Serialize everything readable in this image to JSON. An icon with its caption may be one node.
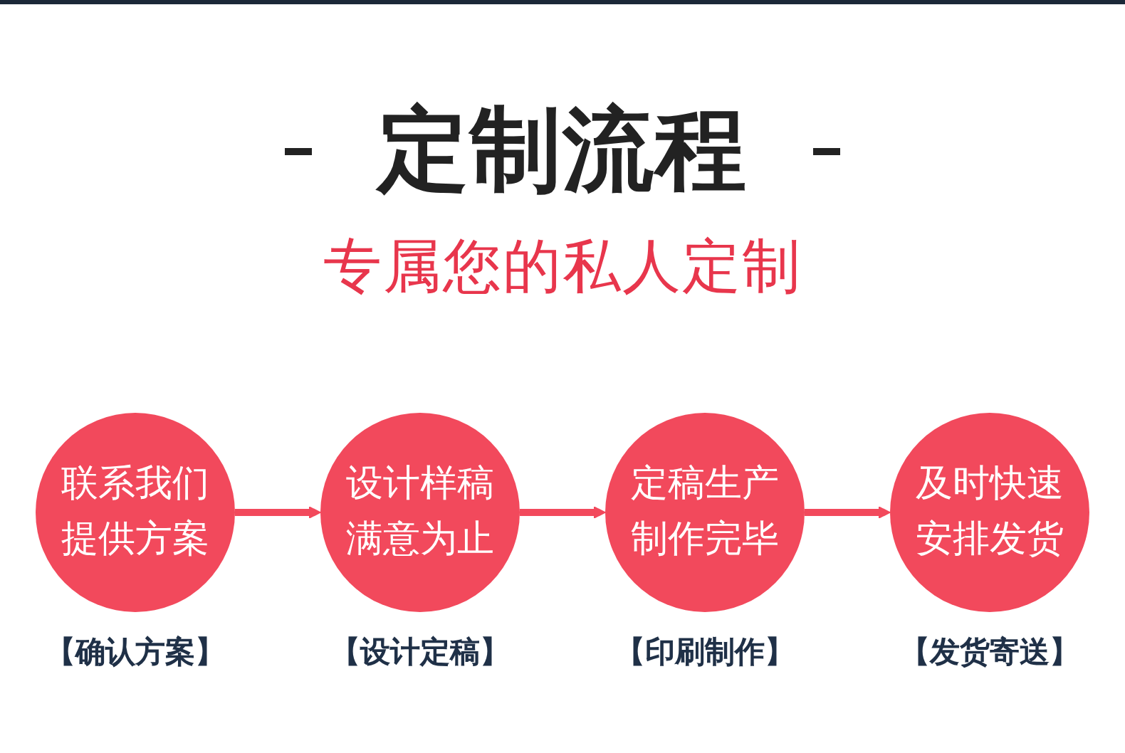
{
  "diagram": {
    "title": "定制流程",
    "nodes": [
      {
        "text": [
          "联系我们提供方案"
        ],
        "beside": [
          "【确认方案】"
        ]
      },
      {
        "text": [
          "设计样稿满意为止"
        ],
        "beside": [
          "【设计定稿】"
        ]
      },
      {
        "text": [
          "定稿生产制作完毕"
        ],
        "beside": [
          "【印刷制作】"
        ]
      },
      {
        "text": [
          "及时快速安排发货"
        ],
        "beside": [
          "【发货寄送】"
        ]
      }
    ],
    "edges": [
      {
        "from": 0,
        "to": 1,
        "arrow": "to"
      },
      {
        "from": 1,
        "to": 2,
        "arrow": "to"
      },
      {
        "from": 2,
        "to": 3,
        "arrow": "to"
      }
    ],
    "labels": [
      "专属您的私人定制"
    ]
  }
}
